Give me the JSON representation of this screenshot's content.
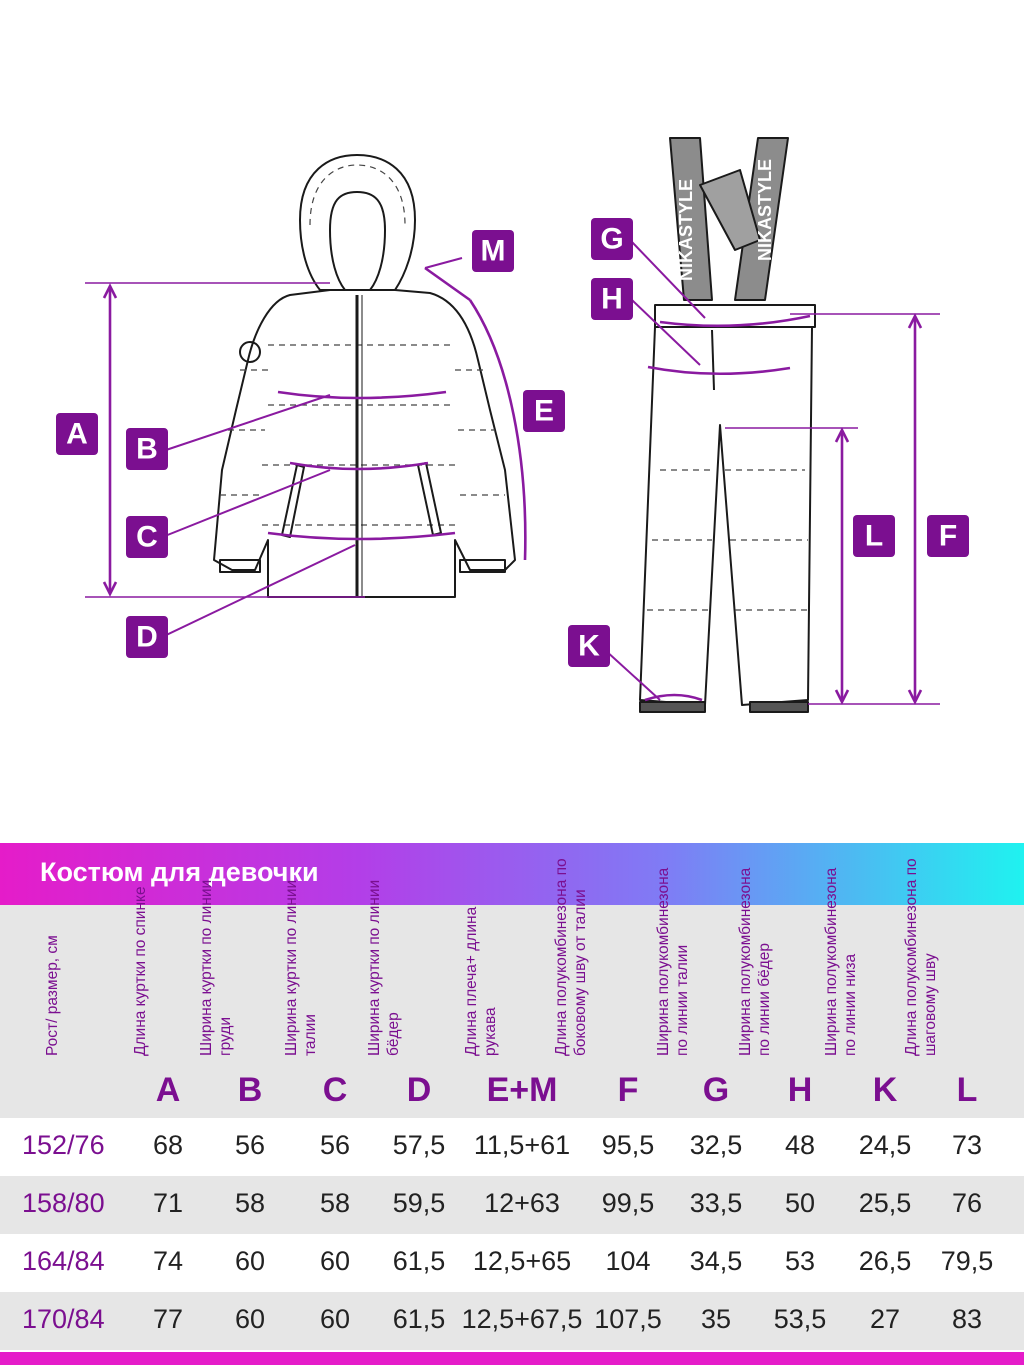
{
  "labels": {
    "A": "A",
    "B": "B",
    "C": "C",
    "D": "D",
    "E": "E",
    "M": "M",
    "G": "G",
    "H": "H",
    "K": "K",
    "L": "L",
    "F": "F"
  },
  "brand_strap_left": "NIKASTYLE",
  "brand_strap_right": "NIKASTYLE",
  "accent_color": "#7b0f90",
  "table": {
    "title": "Костюм для девочки",
    "size_header": "Рост/ размер, см",
    "columns": [
      {
        "letter": "A",
        "desc": "Длина куртки по спинке"
      },
      {
        "letter": "B",
        "desc": "Ширина куртки по линии груди"
      },
      {
        "letter": "C",
        "desc": "Ширина куртки по линии талии"
      },
      {
        "letter": "D",
        "desc": "Ширина куртки по линии бёдер"
      },
      {
        "letter": "E+M",
        "desc": "Длина плеча+ длина рукава"
      },
      {
        "letter": "F",
        "desc": "Длина полукомбинезона по боковому шву от талии"
      },
      {
        "letter": "G",
        "desc": "Ширина полукомбинезона по линии талии"
      },
      {
        "letter": "H",
        "desc": "Ширина полукомбинезона по линии бёдер"
      },
      {
        "letter": "K",
        "desc": "Ширина полукомбинезона по линии низа"
      },
      {
        "letter": "L",
        "desc": "Длина полукомбинезона по шаговому шву"
      }
    ],
    "rows": [
      {
        "size": "152/76",
        "values": [
          "68",
          "56",
          "56",
          "57,5",
          "11,5+61",
          "95,5",
          "32,5",
          "48",
          "24,5",
          "73"
        ]
      },
      {
        "size": "158/80",
        "values": [
          "71",
          "58",
          "58",
          "59,5",
          "12+63",
          "99,5",
          "33,5",
          "50",
          "25,5",
          "76"
        ]
      },
      {
        "size": "164/84",
        "values": [
          "74",
          "60",
          "60",
          "61,5",
          "12,5+65",
          "104",
          "34,5",
          "53",
          "26,5",
          "79,5"
        ]
      },
      {
        "size": "170/84",
        "values": [
          "77",
          "60",
          "60",
          "61,5",
          "12,5+67,5",
          "107,5",
          "35",
          "53,5",
          "27",
          "83"
        ]
      }
    ]
  }
}
